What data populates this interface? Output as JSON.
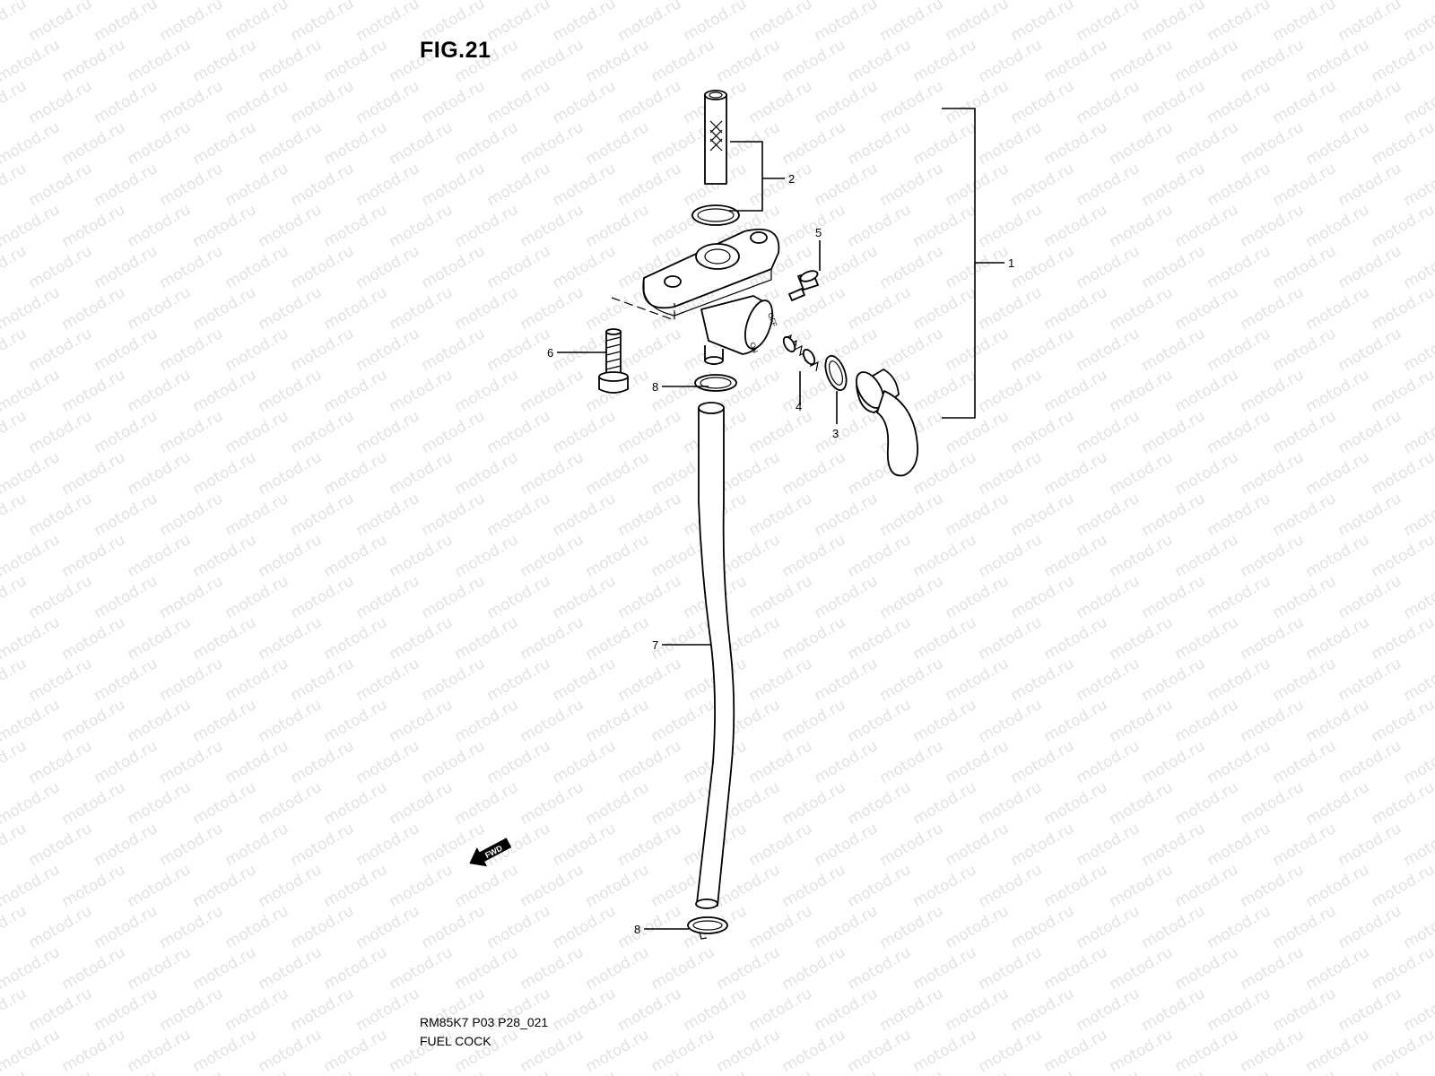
{
  "figure": {
    "title": "FIG.21",
    "watermark_text": "motod.ru",
    "footer_code": "RM85K7 P03 P28_021",
    "footer_name": "FUEL COCK",
    "fwd_label": "FWD",
    "valve_markings": [
      "ON",
      "OFF"
    ]
  },
  "callouts": [
    {
      "id": "1",
      "label": "1"
    },
    {
      "id": "2",
      "label": "2"
    },
    {
      "id": "3",
      "label": "3"
    },
    {
      "id": "4",
      "label": "4"
    },
    {
      "id": "5",
      "label": "5"
    },
    {
      "id": "6",
      "label": "6"
    },
    {
      "id": "7",
      "label": "7"
    },
    {
      "id": "8a",
      "label": "8"
    },
    {
      "id": "8b",
      "label": "8"
    }
  ],
  "colors": {
    "watermark": "#e2e2e2",
    "ink": "#000000",
    "background": "#ffffff"
  }
}
